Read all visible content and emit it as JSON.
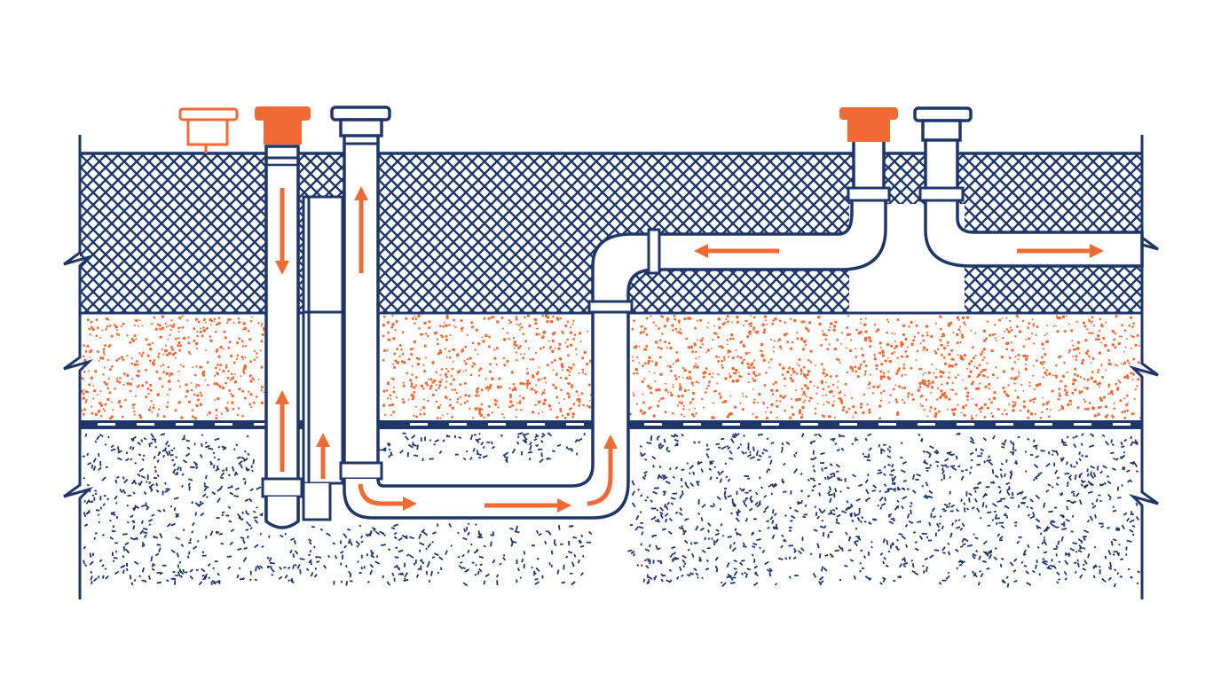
{
  "colors": {
    "navy": "#1f3768",
    "orange": "#f06a35",
    "white": "#ffffff",
    "background": "#ffffff"
  },
  "layers": [
    {
      "name": "crosshatch-fill",
      "pattern": "crosshatch",
      "color": "navy"
    },
    {
      "name": "sand-layer",
      "pattern": "orange-dots",
      "color": "orange"
    },
    {
      "name": "gravel-layer",
      "pattern": "navy-dashes",
      "color": "navy"
    }
  ],
  "caps": [
    {
      "name": "small-orange-outline-cap",
      "style": "orange-outline"
    },
    {
      "name": "orange-filled-cap-left",
      "style": "orange-filled"
    },
    {
      "name": "navy-outline-cap-left",
      "style": "navy-outline"
    },
    {
      "name": "orange-filled-cap-right",
      "style": "orange-filled"
    },
    {
      "name": "navy-outline-cap-right",
      "style": "navy-outline"
    }
  ],
  "flow_arrows": [
    {
      "name": "arrow-down-left-pipe",
      "direction": "down"
    },
    {
      "name": "arrow-up-left-pipe",
      "direction": "up"
    },
    {
      "name": "arrow-up-small",
      "direction": "up"
    },
    {
      "name": "arrow-up-riser",
      "direction": "up"
    },
    {
      "name": "arrow-right-bend",
      "direction": "right"
    },
    {
      "name": "arrow-right-bottom",
      "direction": "right"
    },
    {
      "name": "arrow-up-bend-right",
      "direction": "up"
    },
    {
      "name": "arrow-left-lateral",
      "direction": "left"
    },
    {
      "name": "arrow-right-lateral",
      "direction": "right"
    }
  ]
}
